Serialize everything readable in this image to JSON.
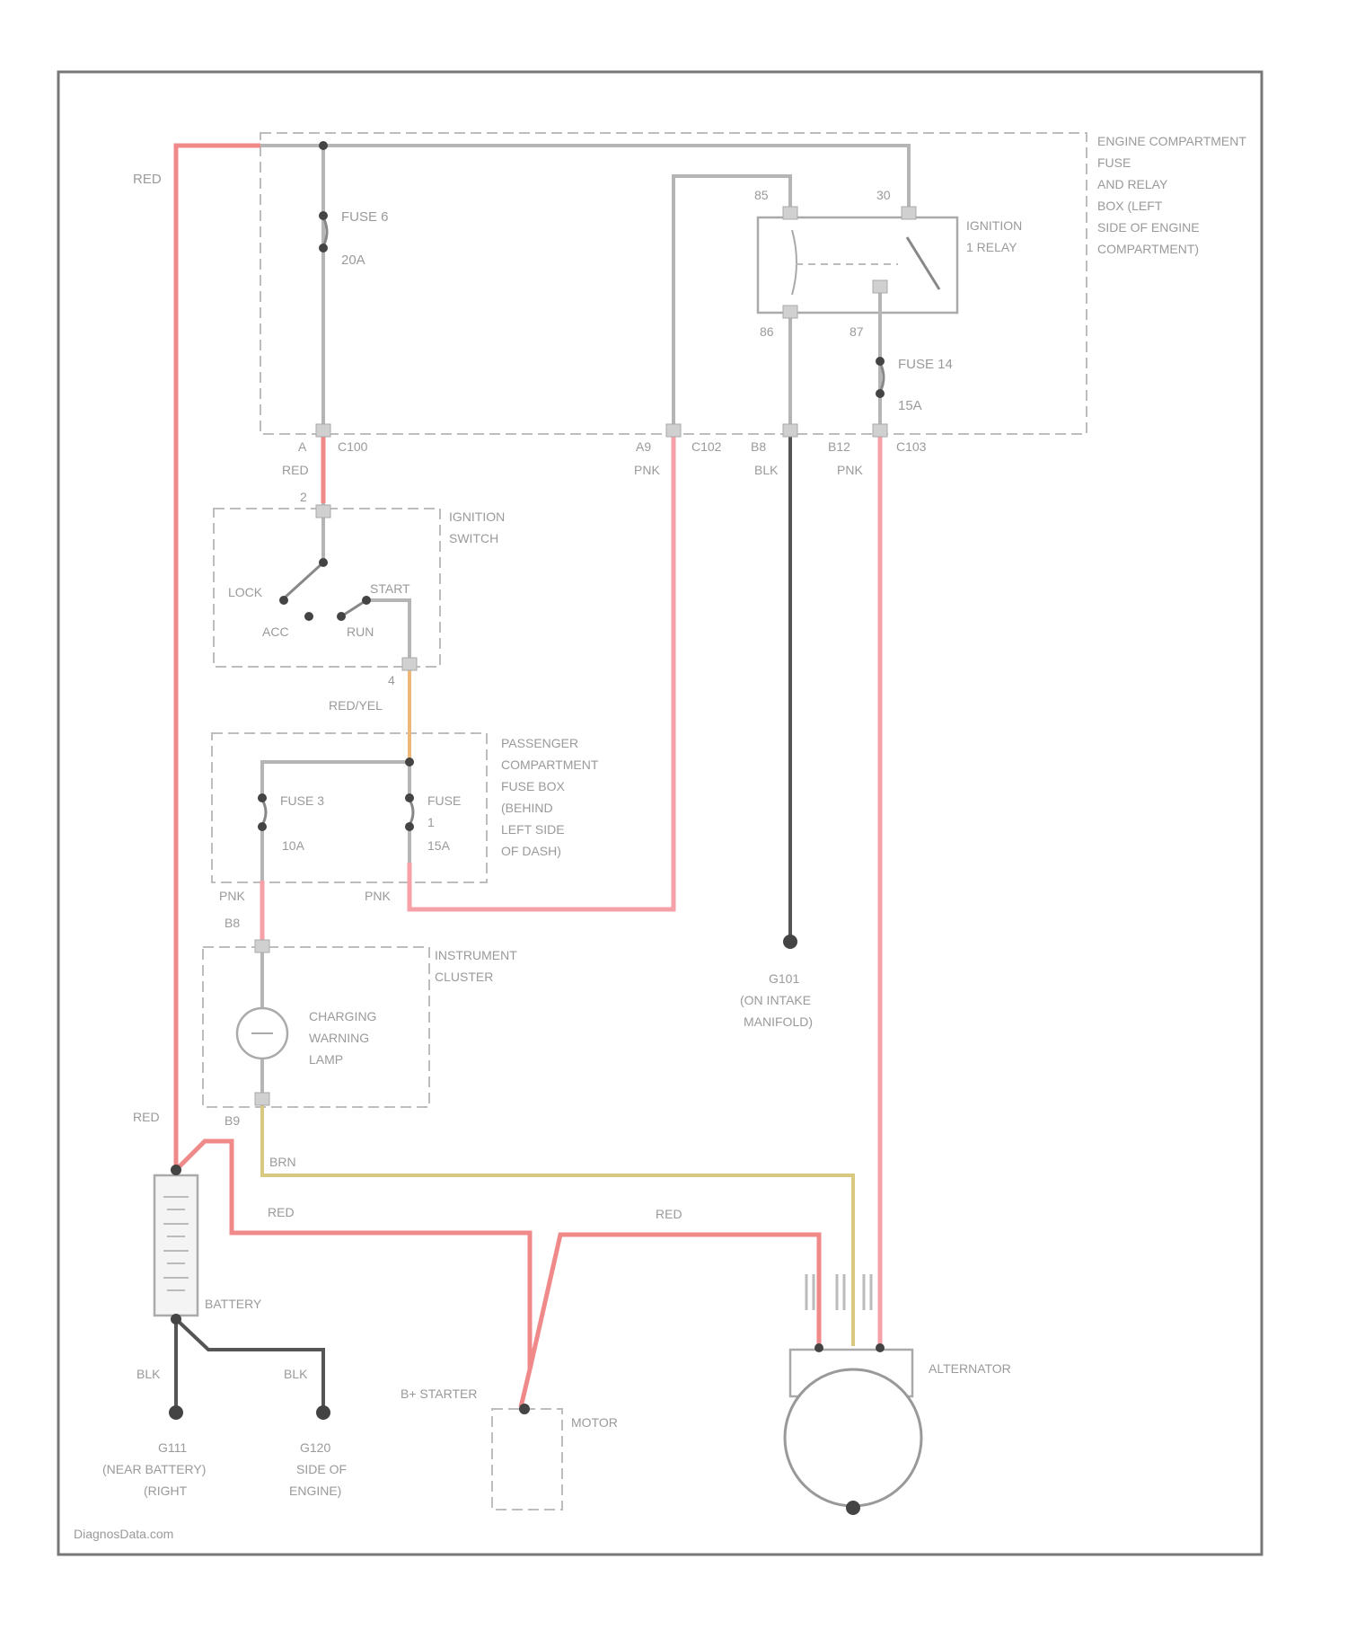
{
  "labels": {
    "engine_box": [
      "ENGINE COMPARTMENT",
      "FUSE",
      "AND RELAY",
      "BOX (LEFT",
      "SIDE OF ENGINE",
      "COMPARTMENT)"
    ],
    "fuse6": "FUSE 6",
    "fuse6_rating": "20A",
    "fuse14": "FUSE 14",
    "fuse14_rating": "15A",
    "relay": [
      "IGNITION",
      "1 RELAY"
    ],
    "pin85": "85",
    "pin30": "30",
    "pin86": "86",
    "pin87": "87",
    "c100_pin": "A",
    "c100": "C100",
    "c102_pin_a": "A9",
    "c102_a": "C102",
    "c102_pin_b8": "B8",
    "c102_pin_b12": "B12",
    "c102_b": "C103",
    "wire_red_top": "RED",
    "wire_red_c100": "RED",
    "wire_pnk_a9": "PNK",
    "wire_blk_b8": "BLK",
    "wire_pnk_b12": "PNK",
    "ign_pin_top": "2",
    "ign_switch": [
      "IGNITION",
      "SWITCH"
    ],
    "lock": "LOCK",
    "start": "START",
    "acc": "ACC",
    "run": "RUN",
    "ign_pin_bot": "4",
    "wire_redyel": "RED/YEL",
    "pass_box": [
      "PASSENGER",
      "COMPARTMENT",
      "FUSE BOX",
      "(BEHIND",
      "LEFT SIDE",
      "OF DASH)"
    ],
    "fuse3": "FUSE 3",
    "fuse3_rating": "10A",
    "fuse1": "FUSE",
    "fuse1_num": "1",
    "fuse1_rating": "15A",
    "wire_pnk_left": "PNK",
    "wire_pnk_right": "PNK",
    "cluster_pin_top": "B8",
    "cluster": [
      "INSTRUMENT",
      "CLUSTER"
    ],
    "lamp": [
      "CHARGING",
      "WARNING",
      "LAMP"
    ],
    "cluster_pin_bot": "B9",
    "ground_g101": [
      "G101",
      "(ON INTAKE",
      "MANIFOLD)"
    ],
    "wire_red_left": "RED",
    "wire_brn": "BRN",
    "wire_red_batt": "RED",
    "wire_red_alt": "RED",
    "battery": "BATTERY",
    "wire_blk_1": "BLK",
    "wire_blk_2": "BLK",
    "ground_g111": [
      "G111",
      "(NEAR BATTERY)",
      "(RIGHT"
    ],
    "ground_g120": [
      "G120",
      "SIDE OF",
      "ENGINE)"
    ],
    "starter": "B+ STARTER",
    "motor": "MOTOR",
    "alternator": "ALTERNATOR",
    "watermark": "DiagnosData.com"
  },
  "colors": {
    "red_wire": "#f08a8a",
    "pink_wire": "#f6a0a8",
    "black_wire": "#555555",
    "brown_wire": "#d8c880",
    "gray_wire": "#b5b5b5"
  }
}
